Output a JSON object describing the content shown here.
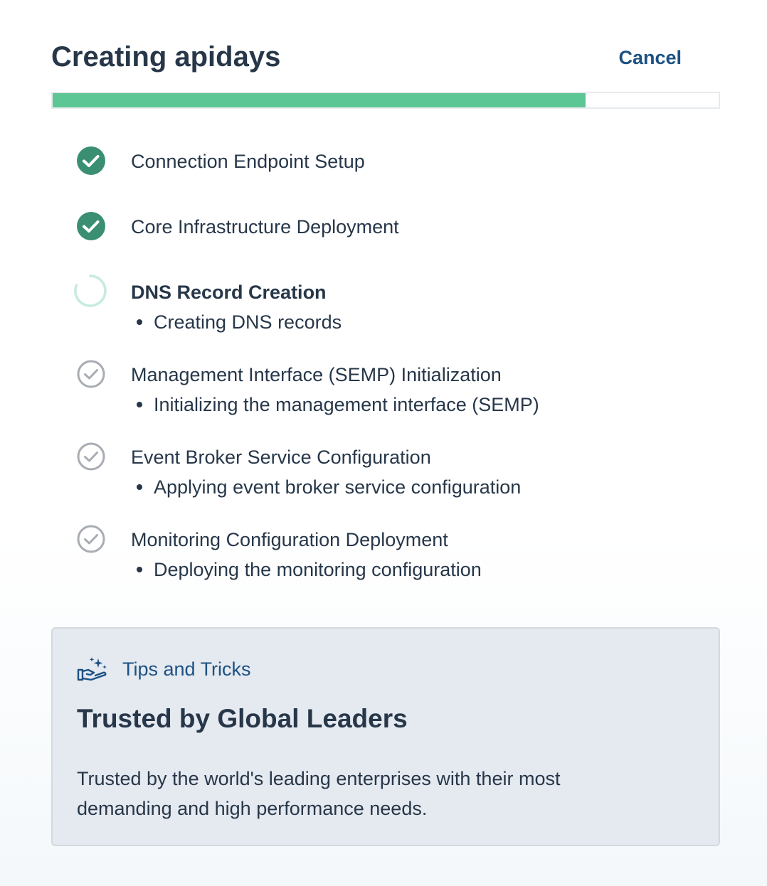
{
  "dialog": {
    "title": "Creating apidays",
    "cancel_label": "Cancel",
    "progress_fraction": 0.8
  },
  "steps": [
    {
      "label": "Connection Endpoint Setup",
      "status": "complete",
      "detail": ""
    },
    {
      "label": "Core Infrastructure Deployment",
      "status": "complete",
      "detail": ""
    },
    {
      "label": "DNS Record Creation",
      "status": "in-progress",
      "detail": "Creating DNS records"
    },
    {
      "label": "Management Interface (SEMP) Initialization",
      "status": "pending",
      "detail": "Initializing the management interface (SEMP)"
    },
    {
      "label": "Event Broker Service Configuration",
      "status": "pending",
      "detail": "Applying event broker service configuration"
    },
    {
      "label": "Monitoring Configuration Deployment",
      "status": "pending",
      "detail": "Deploying the monitoring configuration"
    }
  ],
  "tips": {
    "icon": "hand-sparkles-icon",
    "title": "Tips and Tricks",
    "heading": "Trusted by Global Leaders",
    "body": "Trusted by the world's leading enterprises with their most demanding and high performance needs."
  },
  "colors": {
    "accent": "#1c5183",
    "progress": "#5cc695",
    "complete": "#3a8f72",
    "pending": "#a8adb3",
    "spinner": "#c7ebdc",
    "tips_bg": "#e5e9f0"
  }
}
